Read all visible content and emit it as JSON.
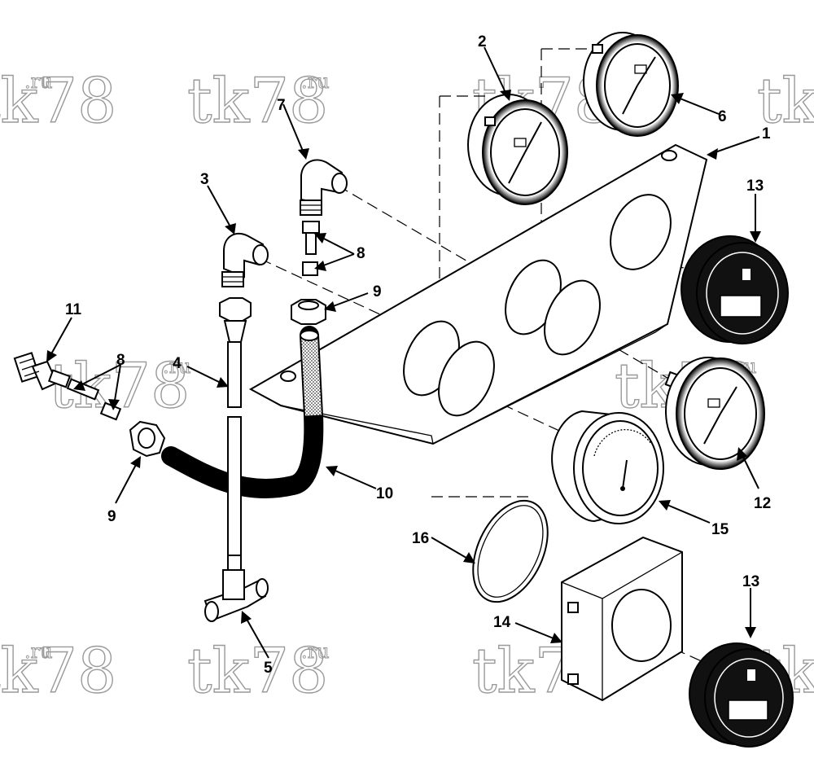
{
  "watermark": {
    "text": "tk78",
    "suffix": ".ru"
  },
  "callouts": [
    {
      "id": "1",
      "label": "1"
    },
    {
      "id": "2",
      "label": "2"
    },
    {
      "id": "3",
      "label": "3"
    },
    {
      "id": "4",
      "label": "4"
    },
    {
      "id": "5",
      "label": "5"
    },
    {
      "id": "6",
      "label": "6"
    },
    {
      "id": "7",
      "label": "7"
    },
    {
      "id": "8a",
      "label": "8"
    },
    {
      "id": "8b",
      "label": "8"
    },
    {
      "id": "9a",
      "label": "9"
    },
    {
      "id": "9b",
      "label": "9"
    },
    {
      "id": "10",
      "label": "10"
    },
    {
      "id": "11",
      "label": "11"
    },
    {
      "id": "12",
      "label": "12"
    },
    {
      "id": "13a",
      "label": "13"
    },
    {
      "id": "13b",
      "label": "13"
    },
    {
      "id": "14",
      "label": "14"
    },
    {
      "id": "15",
      "label": "15"
    },
    {
      "id": "16",
      "label": "16"
    }
  ]
}
